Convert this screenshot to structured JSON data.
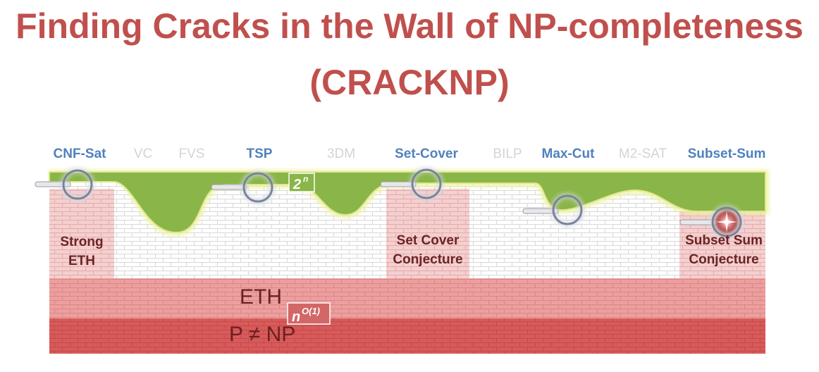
{
  "title": {
    "line1": "Finding Cracks in the Wall of NP-completeness",
    "line2": "(CRACKNP)"
  },
  "problems": [
    {
      "name": "CNF-Sat",
      "highlighted": true
    },
    {
      "name": "VC",
      "highlighted": false
    },
    {
      "name": "FVS",
      "highlighted": false
    },
    {
      "name": "TSP",
      "highlighted": true
    },
    {
      "name": "3DM",
      "highlighted": false
    },
    {
      "name": "Set-Cover",
      "highlighted": true
    },
    {
      "name": "BILP",
      "highlighted": false
    },
    {
      "name": "Max-Cut",
      "highlighted": true
    },
    {
      "name": "M2-SAT",
      "highlighted": false
    },
    {
      "name": "Subset-Sum",
      "highlighted": true
    }
  ],
  "labels": {
    "strong_eth_1": "Strong",
    "strong_eth_2": "ETH",
    "set_cover_1": "Set Cover",
    "set_cover_2": "Conjecture",
    "subset_sum_1": "Subset Sum",
    "subset_sum_2": "Conjecture",
    "eth": "ETH",
    "p_neq_np": "P ≠ NP"
  },
  "formulas": {
    "exp_base": "2",
    "exp_power": "n",
    "poly_base": "n",
    "poly_power": "O(1)"
  },
  "colors": {
    "title": "#c0504d",
    "highlight": "#4f81bd",
    "faded": "#d4d4d4",
    "green": "#8ab548",
    "brick_light": "#f2c8c8",
    "brick_mid": "#e89a9a",
    "brick_dark": "#d65656"
  }
}
